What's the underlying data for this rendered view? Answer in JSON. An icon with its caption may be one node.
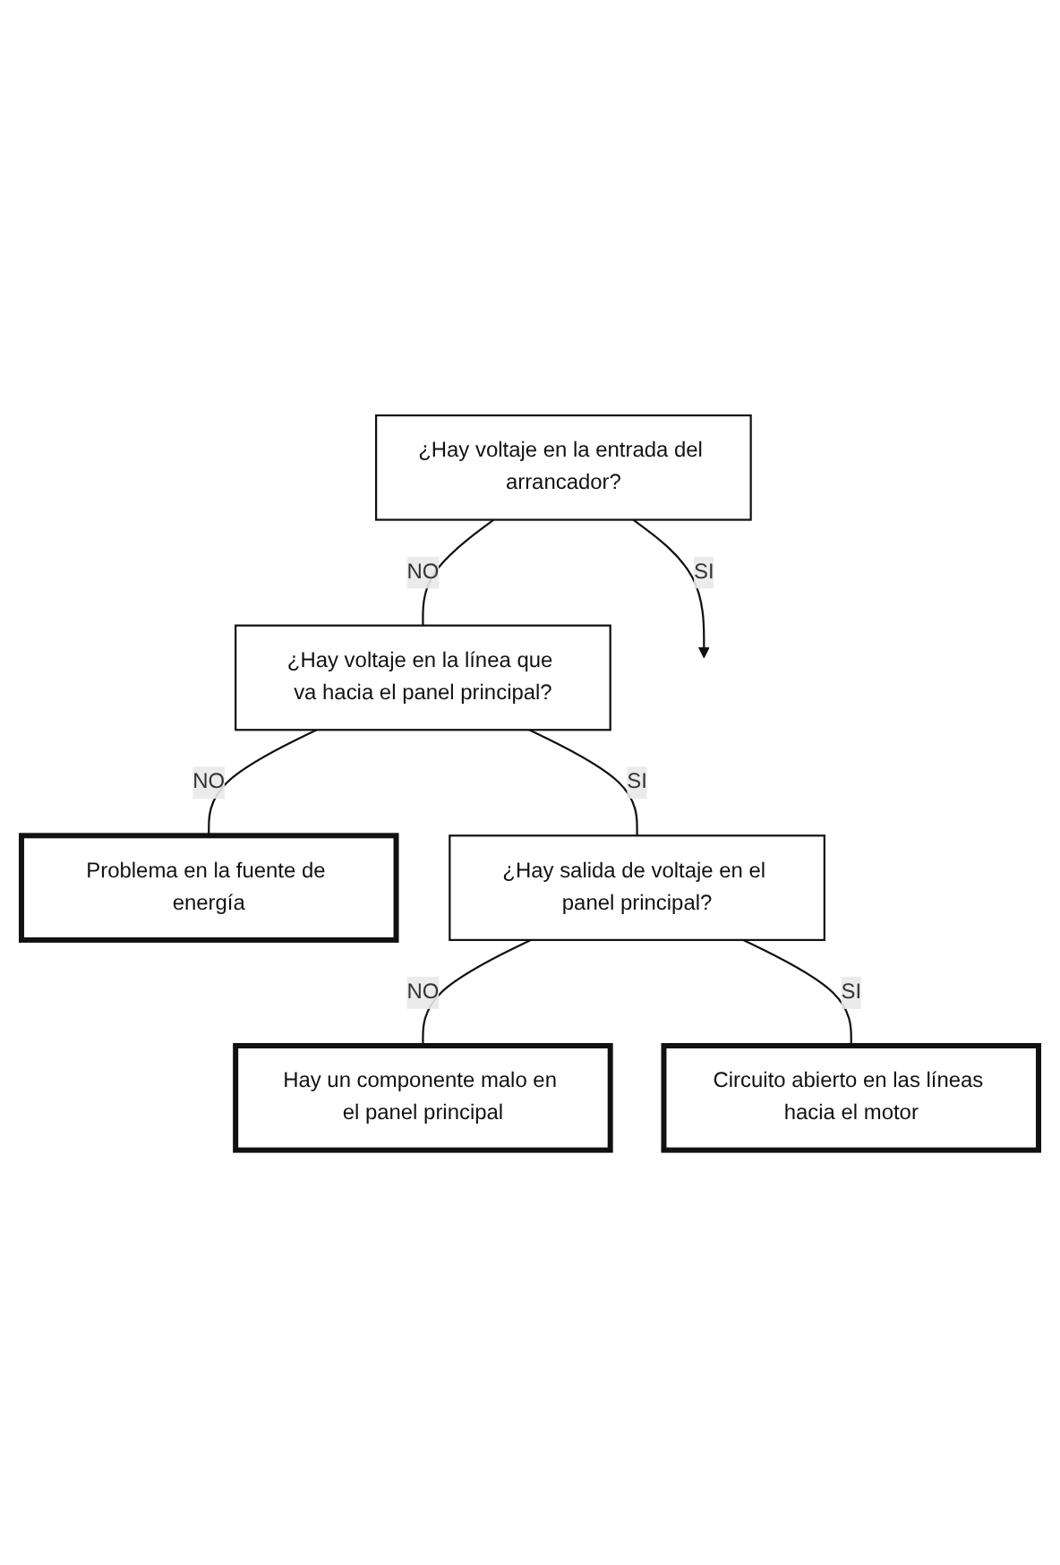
{
  "diagram": {
    "nodes": [
      {
        "text": [
          "¿Hay voltaje en la entrada del arrancador?"
        ]
      },
      {
        "text": [
          "¿Hay voltaje en la línea que va hacia el panel principal?"
        ]
      },
      {
        "text": [
          "Problema en la fuente de energía"
        ]
      },
      {
        "text": [
          "¿Hay salida de voltaje en el panel principal?"
        ]
      },
      {
        "text": [
          "Hay un componente malo en el panel principal"
        ]
      },
      {
        "text": [
          "Circuito abierto en las líneas hacia el motor"
        ]
      }
    ],
    "edges": [
      {
        "from": 0,
        "to": 1,
        "label": "NO",
        "arrow": "none"
      },
      {
        "from": 0,
        "to": null,
        "label": "SI",
        "arrow": "to"
      },
      {
        "from": 1,
        "to": 2,
        "label": "NO",
        "arrow": "none"
      },
      {
        "from": 1,
        "to": 3,
        "label": "SI",
        "arrow": "none"
      },
      {
        "from": 3,
        "to": 4,
        "label": "NO",
        "arrow": "none"
      },
      {
        "from": 3,
        "to": 5,
        "label": "SI",
        "arrow": "none"
      }
    ]
  }
}
